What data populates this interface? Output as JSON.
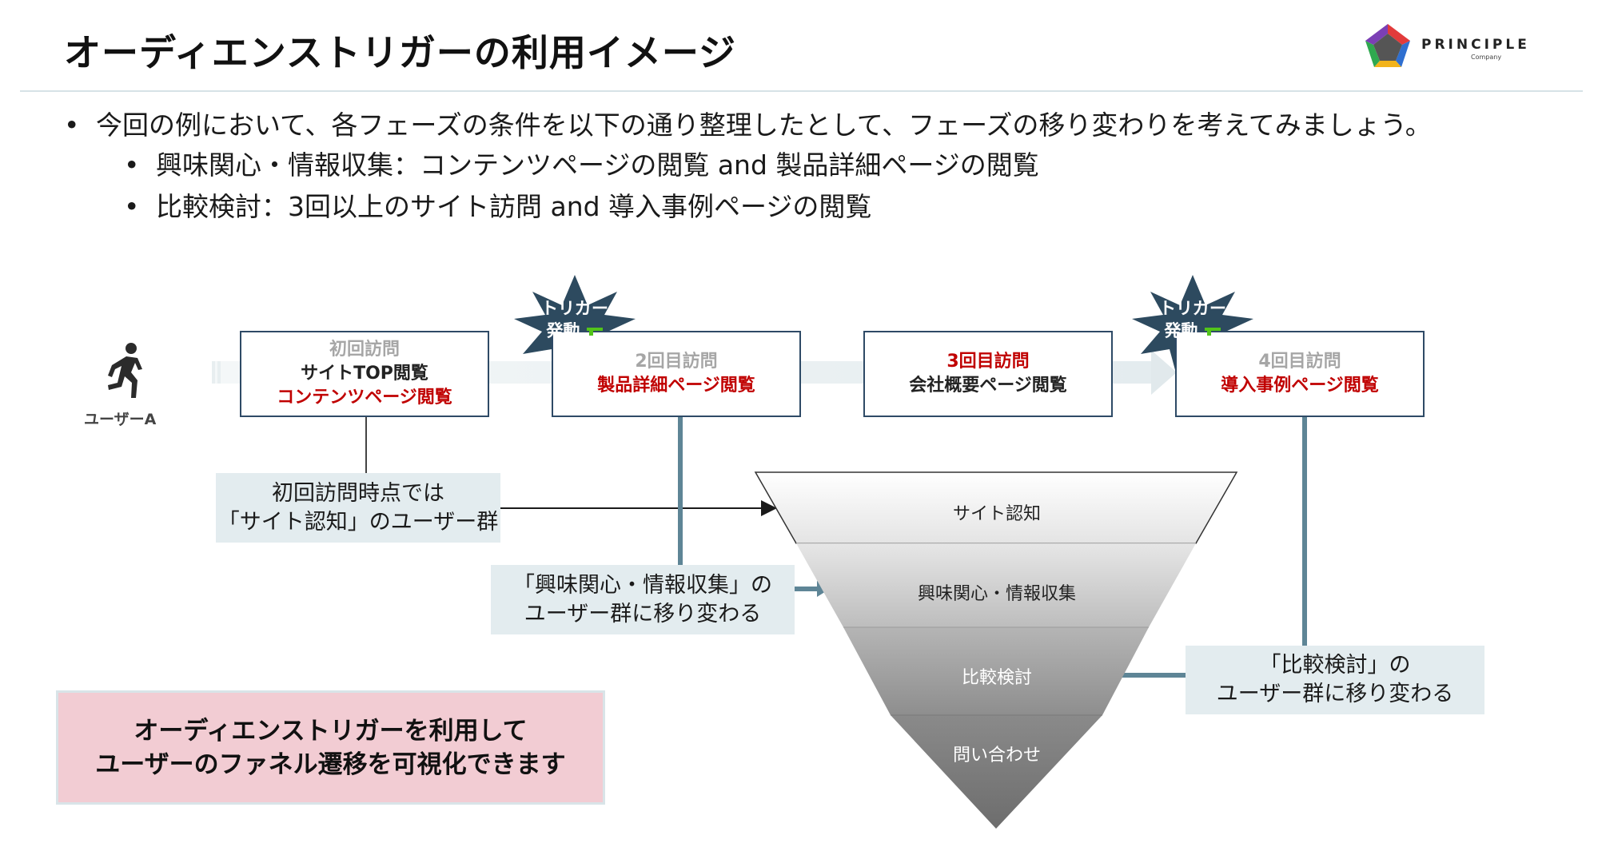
{
  "header": {
    "title": "オーディエンストリガーの利用イメージ",
    "logo_name": "PRINCIPLE",
    "logo_sub": "Company"
  },
  "bullets": {
    "marker": "•",
    "main": "今回の例において、各フェーズの条件を以下の通り整理したとして、フェーズの移り変わりを考えてみましょう。",
    "sub1": "興味関心・情報収集：コンテンツページの閲覧 and 製品詳細ページの閲覧",
    "sub2": "比較検討：3回以上のサイト訪問 and 導入事例ページの閲覧"
  },
  "user": {
    "label": "ユーザーA"
  },
  "visits": [
    {
      "title": "初回訪問",
      "line1": "サイトTOP閲覧",
      "line2": "コンテンツページ閲覧"
    },
    {
      "title": "2回目訪問",
      "line1": "製品詳細ページ閲覧"
    },
    {
      "title": "3回目訪問",
      "line1": "会社概要ページ閲覧"
    },
    {
      "title": "4回目訪問",
      "line1": "導入事例ページ閲覧"
    }
  ],
  "triggers": [
    {
      "line1": "トリガー",
      "line2": "発動"
    },
    {
      "line1": "トリガー",
      "line2": "発動"
    }
  ],
  "callouts": {
    "c1": {
      "line1": "初回訪問時点では",
      "line2": "「サイト認知」のユーザー群"
    },
    "c2": {
      "line1": "「興味関心・情報収集」の",
      "line2": "ユーザー群に移り変わる"
    },
    "c3": {
      "line1": "「比較検討」の",
      "line2": "ユーザー群に移り変わる"
    }
  },
  "funnel": [
    "サイト認知",
    "興味関心・情報収集",
    "比較検討",
    "問い合わせ"
  ],
  "conclusion": {
    "line1": "オーディエンストリガーを利用して",
    "line2": "ユーザーのファネル遷移を可視化できます"
  },
  "colors": {
    "box_border": "#2e4a66",
    "accent_red": "#c00000",
    "connector": "#5e8596",
    "burst": "#2d4a5f",
    "callout_bg": "#e3ecef",
    "conclusion_bg": "#f2ccd3"
  }
}
